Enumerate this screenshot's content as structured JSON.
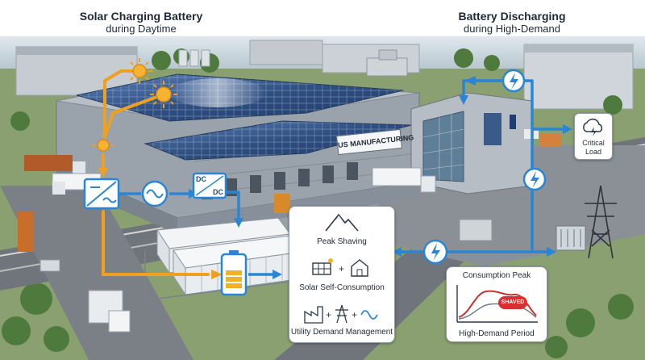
{
  "header": {
    "left_title_line1": "Solar Charging Battery",
    "left_title_line2": "during Daytime",
    "right_title_line1": "Battery Discharging",
    "right_title_line2": "during High-Demand"
  },
  "building": {
    "sign": "US MANUFACTURING"
  },
  "critical_load": {
    "line1": "Critical",
    "line2": "Load"
  },
  "converter": {
    "dc_top": "DC",
    "dc_bottom": "DC"
  },
  "benefits": {
    "peak_shaving": "Peak Shaving",
    "self_consumption": "Solar Self-Consumption",
    "demand_management": "Utility Demand Management"
  },
  "peak_chart": {
    "title": "Consumption Peak",
    "badge": "SHAVED",
    "caption": "High-Demand Period"
  },
  "colors": {
    "solar_flow": "#f0a020",
    "grid_flow": "#2a86d4",
    "badge": "#d83030",
    "battery": "#f2b227"
  }
}
